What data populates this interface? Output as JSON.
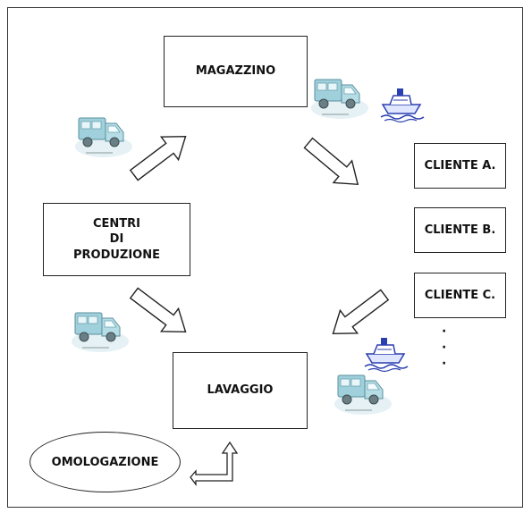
{
  "nodes": {
    "magazzino": "MAGAZZINO",
    "centri_line1": "CENTRI",
    "centri_line2": "DI",
    "centri_line3": "PRODUZIONE",
    "lavaggio": "LAVAGGIO",
    "cliente_a": "CLIENTE A.",
    "cliente_b": "CLIENTE B.",
    "cliente_c": "CLIENTE C.",
    "omologazione": "OMOLOGAZIONE",
    "ellipsis": [
      "·",
      "·",
      "·"
    ]
  },
  "icons": {
    "truck": "truck-icon",
    "ship": "ship-icon",
    "truck_color": "#7fb8c8",
    "ship_color": "#2a3fb0"
  }
}
